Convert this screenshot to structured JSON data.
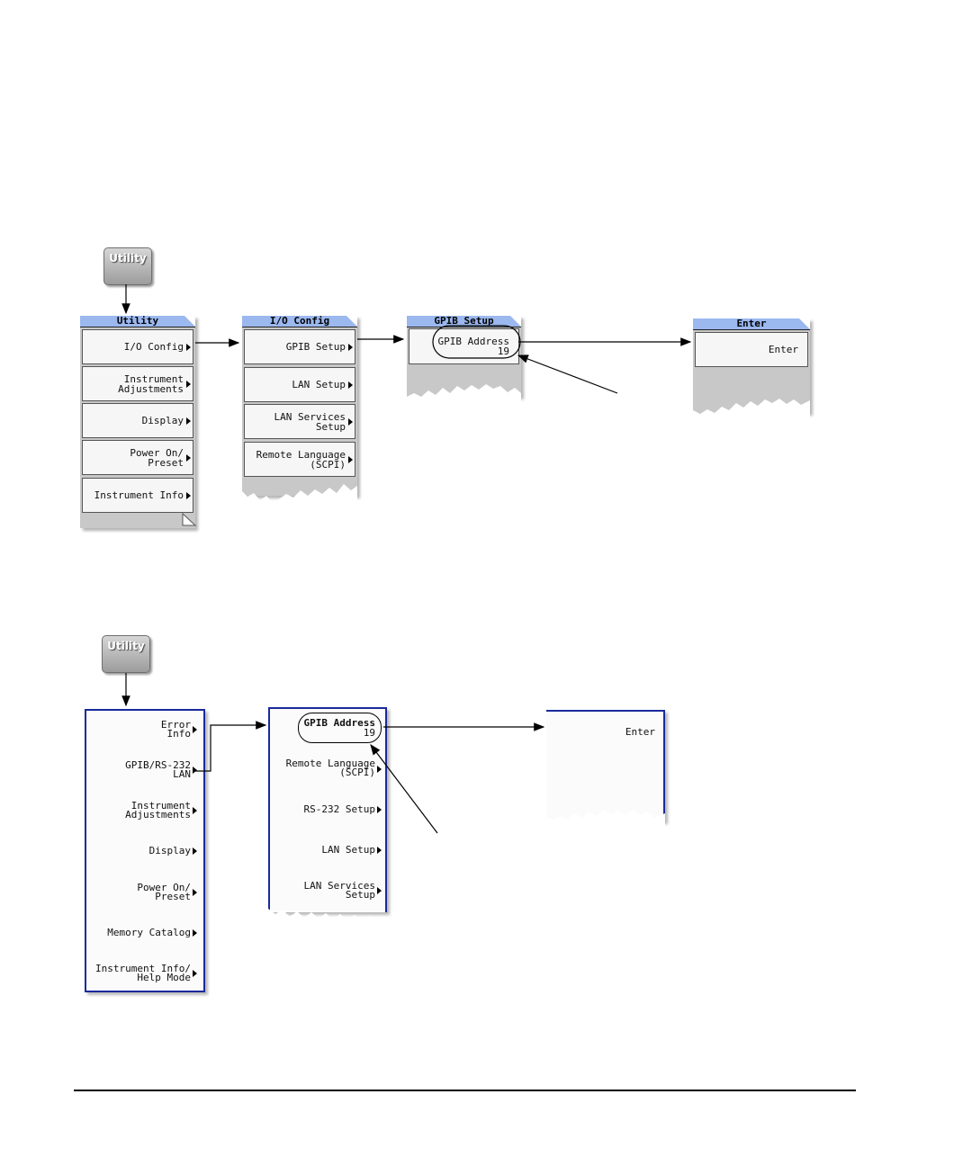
{
  "hardkey": {
    "label": "Utility"
  },
  "top": {
    "utility": {
      "title": "Utility",
      "keys": [
        "I/O Config",
        "Instrument\nAdjustments",
        "Display",
        "Power On/\nPreset",
        "Instrument Info"
      ]
    },
    "io_config": {
      "title": "I/O Config",
      "keys": [
        "GPIB Setup",
        "LAN Setup",
        "LAN Services\nSetup",
        "Remote Language\n(SCPI)"
      ]
    },
    "gpib_setup": {
      "title": "GPIB Setup",
      "key_label": "GPIB Address",
      "key_value": "19"
    },
    "enter": {
      "title": "Enter",
      "key_label": "Enter"
    }
  },
  "bottom": {
    "utility_keys": [
      "Error\nInfo",
      "GPIB/RS-232\nLAN",
      "Instrument\nAdjustments",
      "Display",
      "Power On/\nPreset",
      "Memory Catalog",
      "Instrument Info/\nHelp Mode"
    ],
    "gpib_menu": {
      "address_label": "GPIB Address",
      "address_value": "19",
      "keys": [
        "Remote Language\n(SCPI)",
        "RS-232 Setup",
        "LAN Setup",
        "LAN Services\nSetup"
      ]
    },
    "enter": {
      "key_label": "Enter"
    }
  }
}
